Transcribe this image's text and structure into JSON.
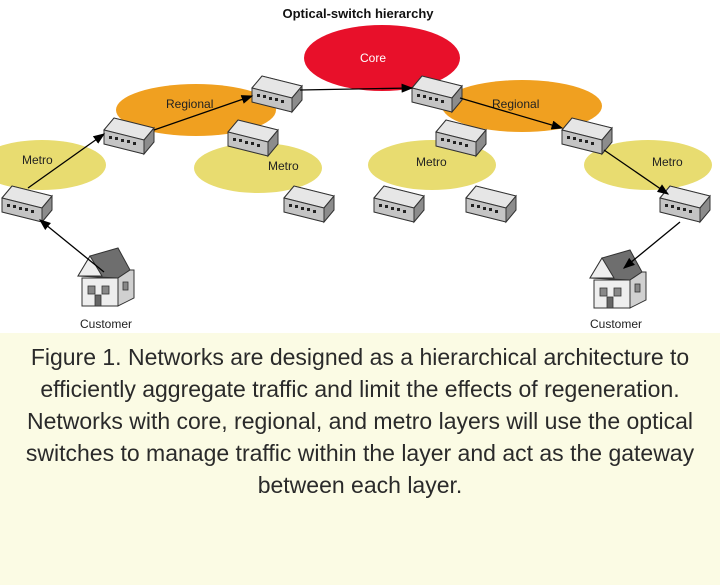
{
  "diagram": {
    "title": "Optical-switch hierarchy",
    "labels": {
      "core": "Core",
      "regional_left": "Regional",
      "regional_right": "Regional",
      "metro_1": "Metro",
      "metro_2": "Metro",
      "metro_3": "Metro",
      "metro_4": "Metro",
      "customer_left": "Customer",
      "customer_right": "Customer"
    },
    "colors": {
      "core": "#e8102a",
      "regional": "#f0a020",
      "metro": "#e8dc70",
      "switch_body": "#b8b8b8",
      "switch_top": "#e6e6e6",
      "house_roof": "#707070",
      "arrow": "#000000"
    },
    "icons": [
      "optical-switch-icon",
      "house-icon",
      "arrow-icon"
    ]
  },
  "caption": {
    "text": "Figure 1. Networks are designed as a hierarchical architecture to efficiently aggregate traffic and limit the effects of regeneration. Networks with core, regional, and metro layers will use the optical switches to manage traffic within the layer and act as the gateway between each layer."
  }
}
